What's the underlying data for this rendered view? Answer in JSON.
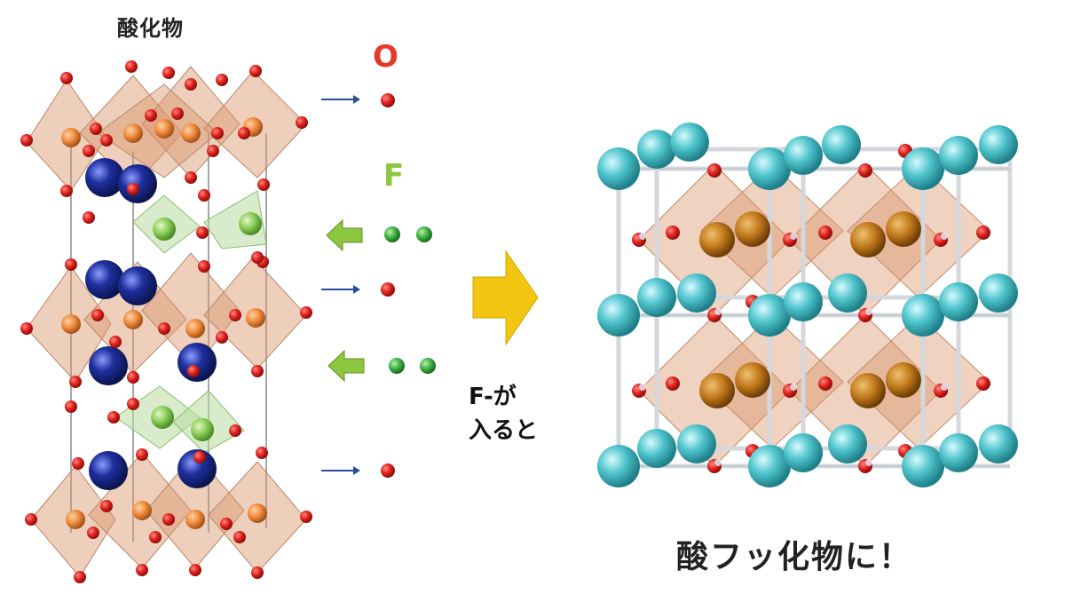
{
  "labels": {
    "oxide_title": "酸化物",
    "oxygen_symbol": "O",
    "fluorine_symbol": "F",
    "insertion_line1": "F-が",
    "insertion_line2": "入ると",
    "result_title": "酸フッ化物に！"
  },
  "colors": {
    "oxygen": "#e0201c",
    "fluorine": "#3cb043",
    "cation_dark": "#1e2f9e",
    "cation_orange": "#ef8a3a",
    "cation_cyan": "#4fc4cc",
    "octahedron": "#d9946a",
    "arrow_yellow": "#f2c511",
    "arrow_green": "#8dc63f",
    "arrow_blue": "#2a4d9a"
  }
}
